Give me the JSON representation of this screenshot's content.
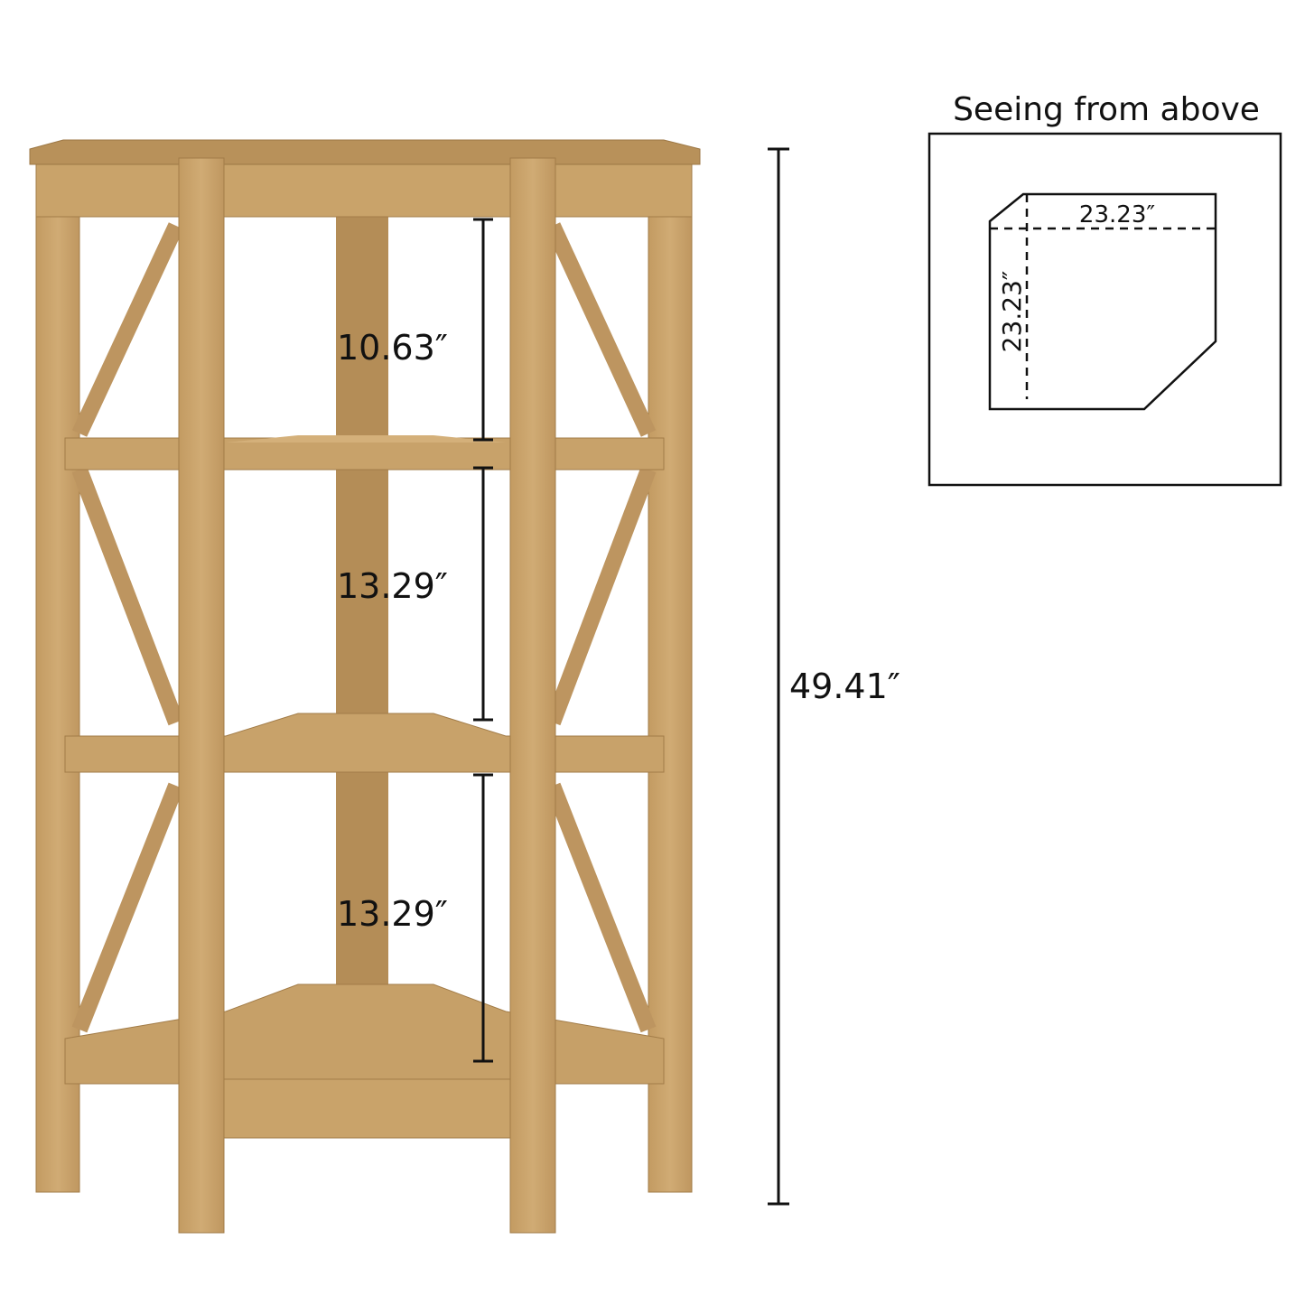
{
  "product": {
    "total_height": "49.41″",
    "shelf_gaps": [
      "10.63″",
      "13.29″",
      "13.29″"
    ],
    "wood_color": "#c9a36a",
    "wood_dark": "#a9844f"
  },
  "top_view": {
    "title": "Seeing from above",
    "width": "23.23″",
    "depth": "23.23″"
  }
}
